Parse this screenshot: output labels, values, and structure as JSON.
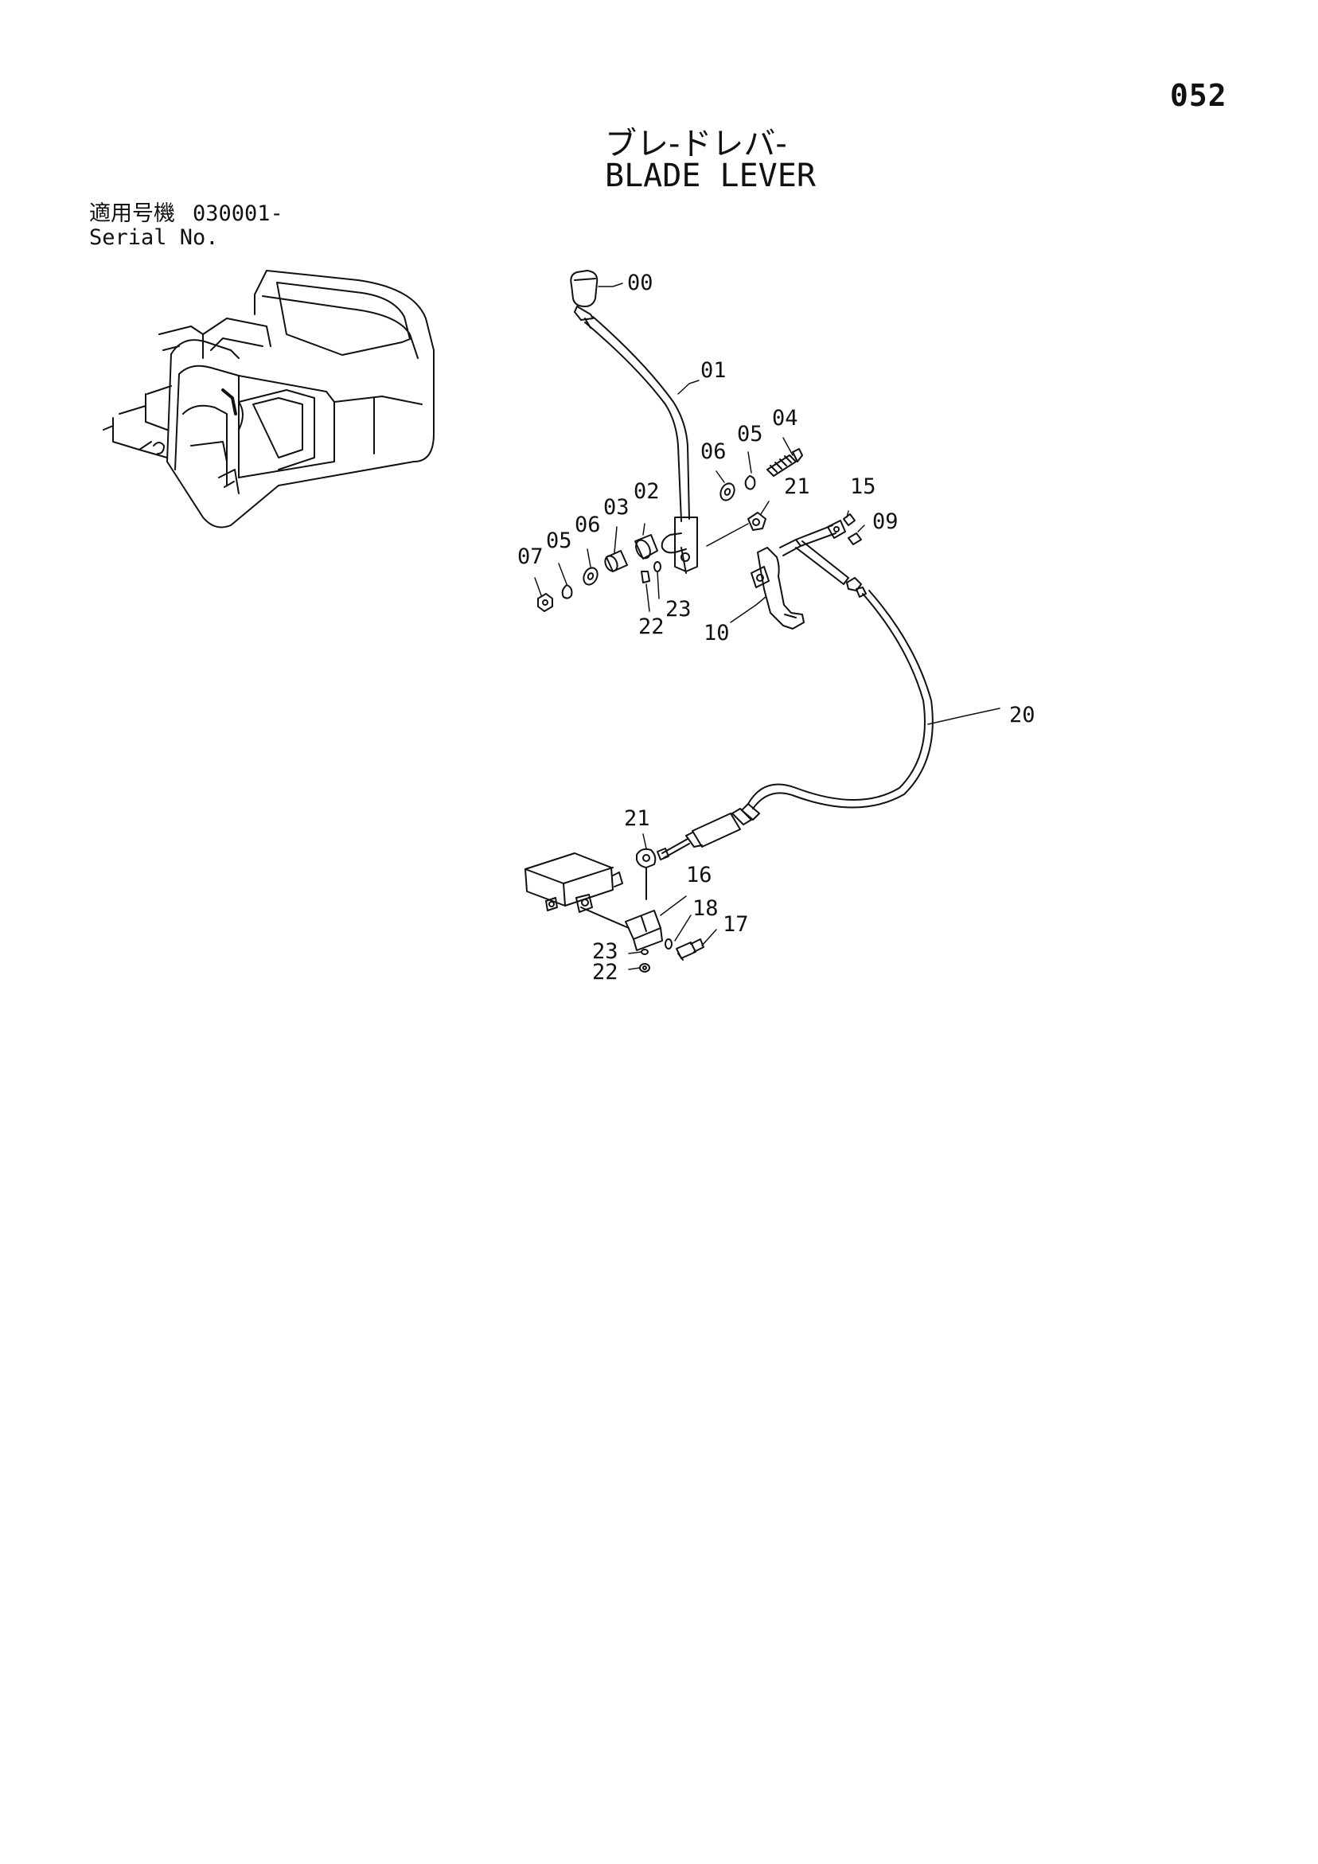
{
  "page_number": "052",
  "title_jp": "ブレ-ドレバ-",
  "title_en": "BLADE LEVER",
  "serial": {
    "label_jp": "適用号機",
    "value": "030001-",
    "label_en": "Serial No."
  },
  "callouts": [
    "00",
    "01",
    "04",
    "05",
    "06",
    "21",
    "15",
    "09",
    "02",
    "03",
    "06",
    "05",
    "07",
    "23",
    "22",
    "10",
    "20",
    "21",
    "16",
    "18",
    "17",
    "23",
    "22"
  ]
}
